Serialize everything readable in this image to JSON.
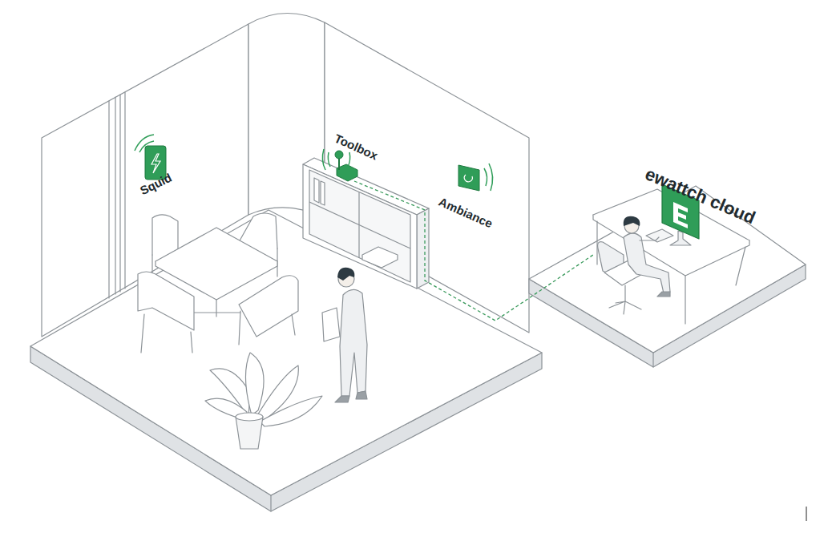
{
  "diagram": {
    "nodes": [
      {
        "text": [
          "Squid"
        ]
      },
      {
        "text": [
          "Toolbox"
        ]
      },
      {
        "text": [
          "Ambiance"
        ]
      },
      {
        "text": [
          "ewattch cloud"
        ]
      }
    ],
    "edges": [
      {
        "from": 1,
        "to": 3,
        "arrow": "none"
      }
    ]
  }
}
